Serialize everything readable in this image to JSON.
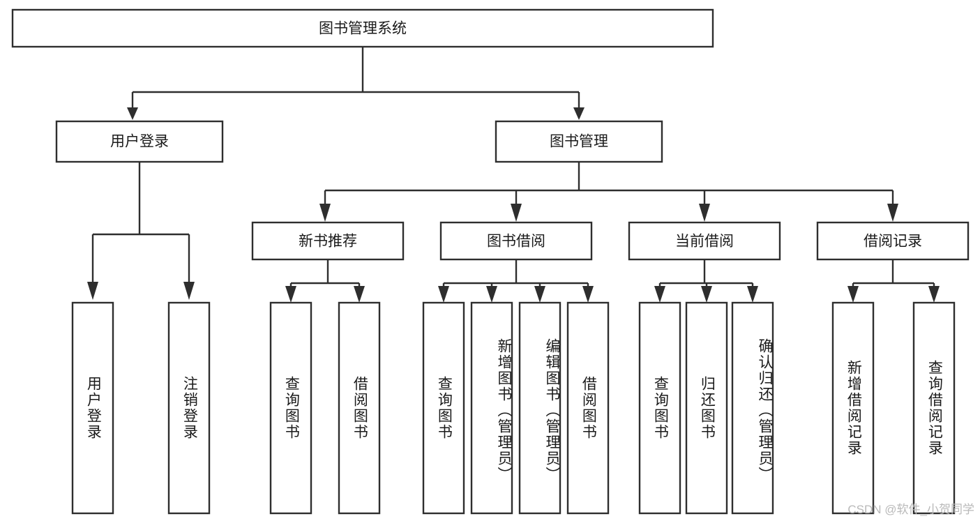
{
  "diagram": {
    "type": "tree-hierarchy",
    "title": "图书管理系统",
    "watermark": "CSDN @软件_小贺同学",
    "colors": {
      "background": "#ffffff",
      "box_fill": "#ffffff",
      "box_stroke": "#2e2e2e",
      "text": "#1a1a1a",
      "watermark": "#b9b9b9"
    },
    "levels": {
      "root": {
        "label": "图书管理系统"
      },
      "level2": [
        {
          "id": "user-login",
          "label": "用户登录"
        },
        {
          "id": "book-management",
          "label": "图书管理"
        }
      ],
      "level3": [
        {
          "id": "new-book-recommend",
          "label": "新书推荐"
        },
        {
          "id": "book-borrow",
          "label": "图书借阅"
        },
        {
          "id": "current-borrow",
          "label": "当前借阅"
        },
        {
          "id": "borrow-record",
          "label": "借阅记录"
        }
      ],
      "leaves": {
        "user_login": [
          {
            "id": "leaf-user-login",
            "label": "用户登录"
          },
          {
            "id": "leaf-logout-login",
            "label": "注销登录"
          }
        ],
        "new_book_recommend": [
          {
            "id": "leaf-query-book-1",
            "label": "查询图书"
          },
          {
            "id": "leaf-borrow-book-1",
            "label": "借阅图书"
          }
        ],
        "book_borrow": [
          {
            "id": "leaf-query-book-2",
            "label": "查询图书"
          },
          {
            "id": "leaf-add-book",
            "label": "新增图书（管理员）"
          },
          {
            "id": "leaf-edit-book",
            "label": "编辑图书（管理员）"
          },
          {
            "id": "leaf-borrow-book-2",
            "label": "借阅图书"
          }
        ],
        "current_borrow": [
          {
            "id": "leaf-query-book-3",
            "label": "查询图书"
          },
          {
            "id": "leaf-return-book",
            "label": "归还图书"
          },
          {
            "id": "leaf-confirm-return",
            "label": "确认归还（管理员）"
          }
        ],
        "borrow_record": [
          {
            "id": "leaf-add-record",
            "label": "新增借阅记录"
          },
          {
            "id": "leaf-query-record",
            "label": "查询借阅记录"
          }
        ]
      }
    }
  }
}
